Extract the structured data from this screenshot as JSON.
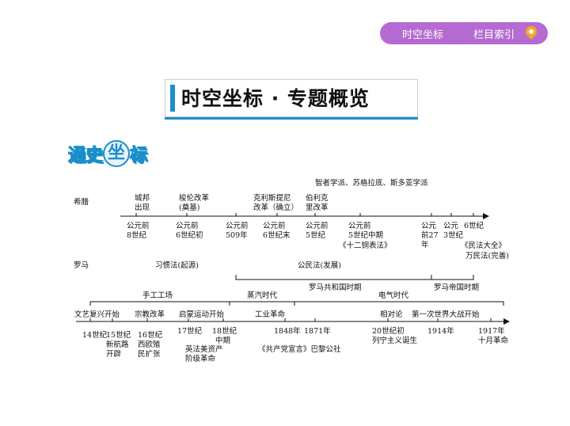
{
  "nav": {
    "tab1": "时空坐标",
    "tab2": "栏目索引"
  },
  "banner": {
    "title": "时空坐标 · 专题概览"
  },
  "badge": {
    "parts": [
      "通",
      "史",
      "坐",
      "标"
    ]
  },
  "greece": {
    "label": "希腊",
    "top_texts": [
      "智者学派、苏格拉底、斯多亚学派",
      "城邦",
      "出现",
      "梭伦改革",
      "(奠基)",
      "克利斯提尼",
      "改革（确立）",
      "伯利克",
      "里改革"
    ],
    "bottom_texts": [
      "公元前",
      "8世纪",
      "公元前",
      "6世纪初",
      "公元前",
      "509年",
      "公元前",
      "6世纪末",
      "公元前",
      "5世纪",
      "公元前",
      "5世纪中期",
      "《十二铜表法》",
      "公元",
      "前27",
      "年",
      "公元",
      "3世纪",
      "6世纪",
      "《民法大全》",
      "万民法(完善)"
    ]
  },
  "rome": {
    "label": "罗马",
    "texts": [
      "习惯法(起源)",
      "公民法(发展)",
      "罗马共和国时期",
      "罗马帝国时期"
    ]
  },
  "modern": {
    "periods": [
      "手工工场",
      "蒸汽时代",
      "电气时代"
    ],
    "events": [
      "文艺复兴开始",
      "宗教改革",
      "启蒙运动开始",
      "工业革命",
      "相对论",
      "第一次世界大战开始"
    ],
    "dates": [
      "14世纪",
      "15世纪",
      "新航路",
      "开辟",
      "16世纪",
      "西欧殖",
      "民扩张",
      "17世纪",
      "18世纪",
      "中期",
      "英法美资产",
      "阶级革命",
      "1848年",
      "《共产党宣言》巴黎公社",
      "1871年",
      "20世纪初",
      "列宁主义诞生",
      "1914年",
      "1917年",
      "十月革命"
    ]
  }
}
